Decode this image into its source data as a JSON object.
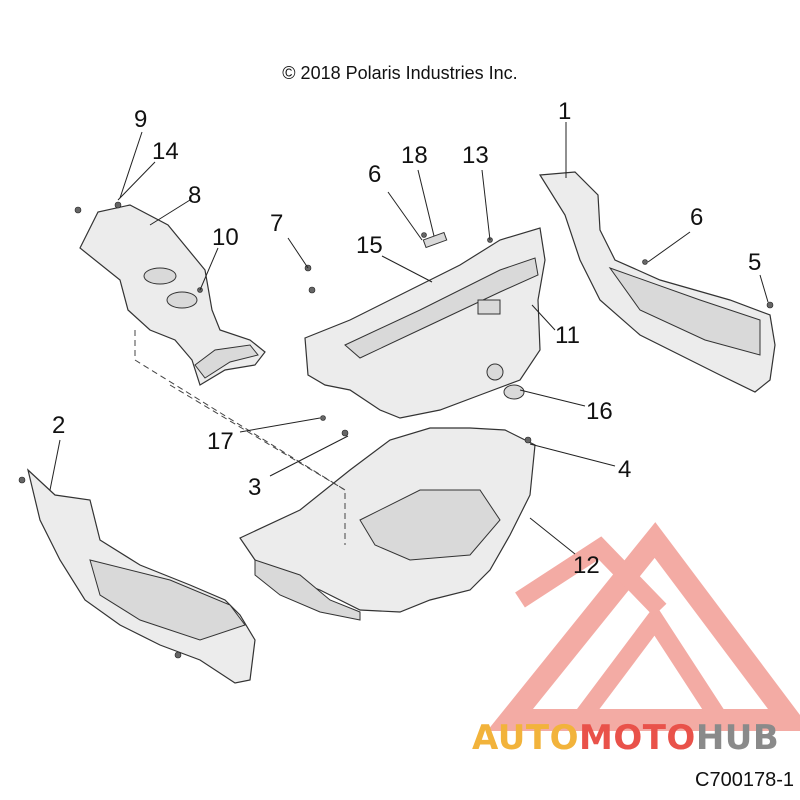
{
  "copyright": "© 2018 Polaris Industries Inc.",
  "figure_id": "C700178-1",
  "watermark": {
    "part1": "AUTO",
    "part2": "MOTO",
    "part3": "HUB",
    "colors": {
      "auto": "#f2b33b",
      "moto": "#e9524a",
      "hub": "#8a8a8a",
      "triangle": "#ef8f86"
    }
  },
  "callouts": [
    "1",
    "2",
    "3",
    "4",
    "5",
    "6",
    "6",
    "7",
    "8",
    "9",
    "10",
    "11",
    "12",
    "13",
    "14",
    "15",
    "16",
    "17",
    "18"
  ]
}
